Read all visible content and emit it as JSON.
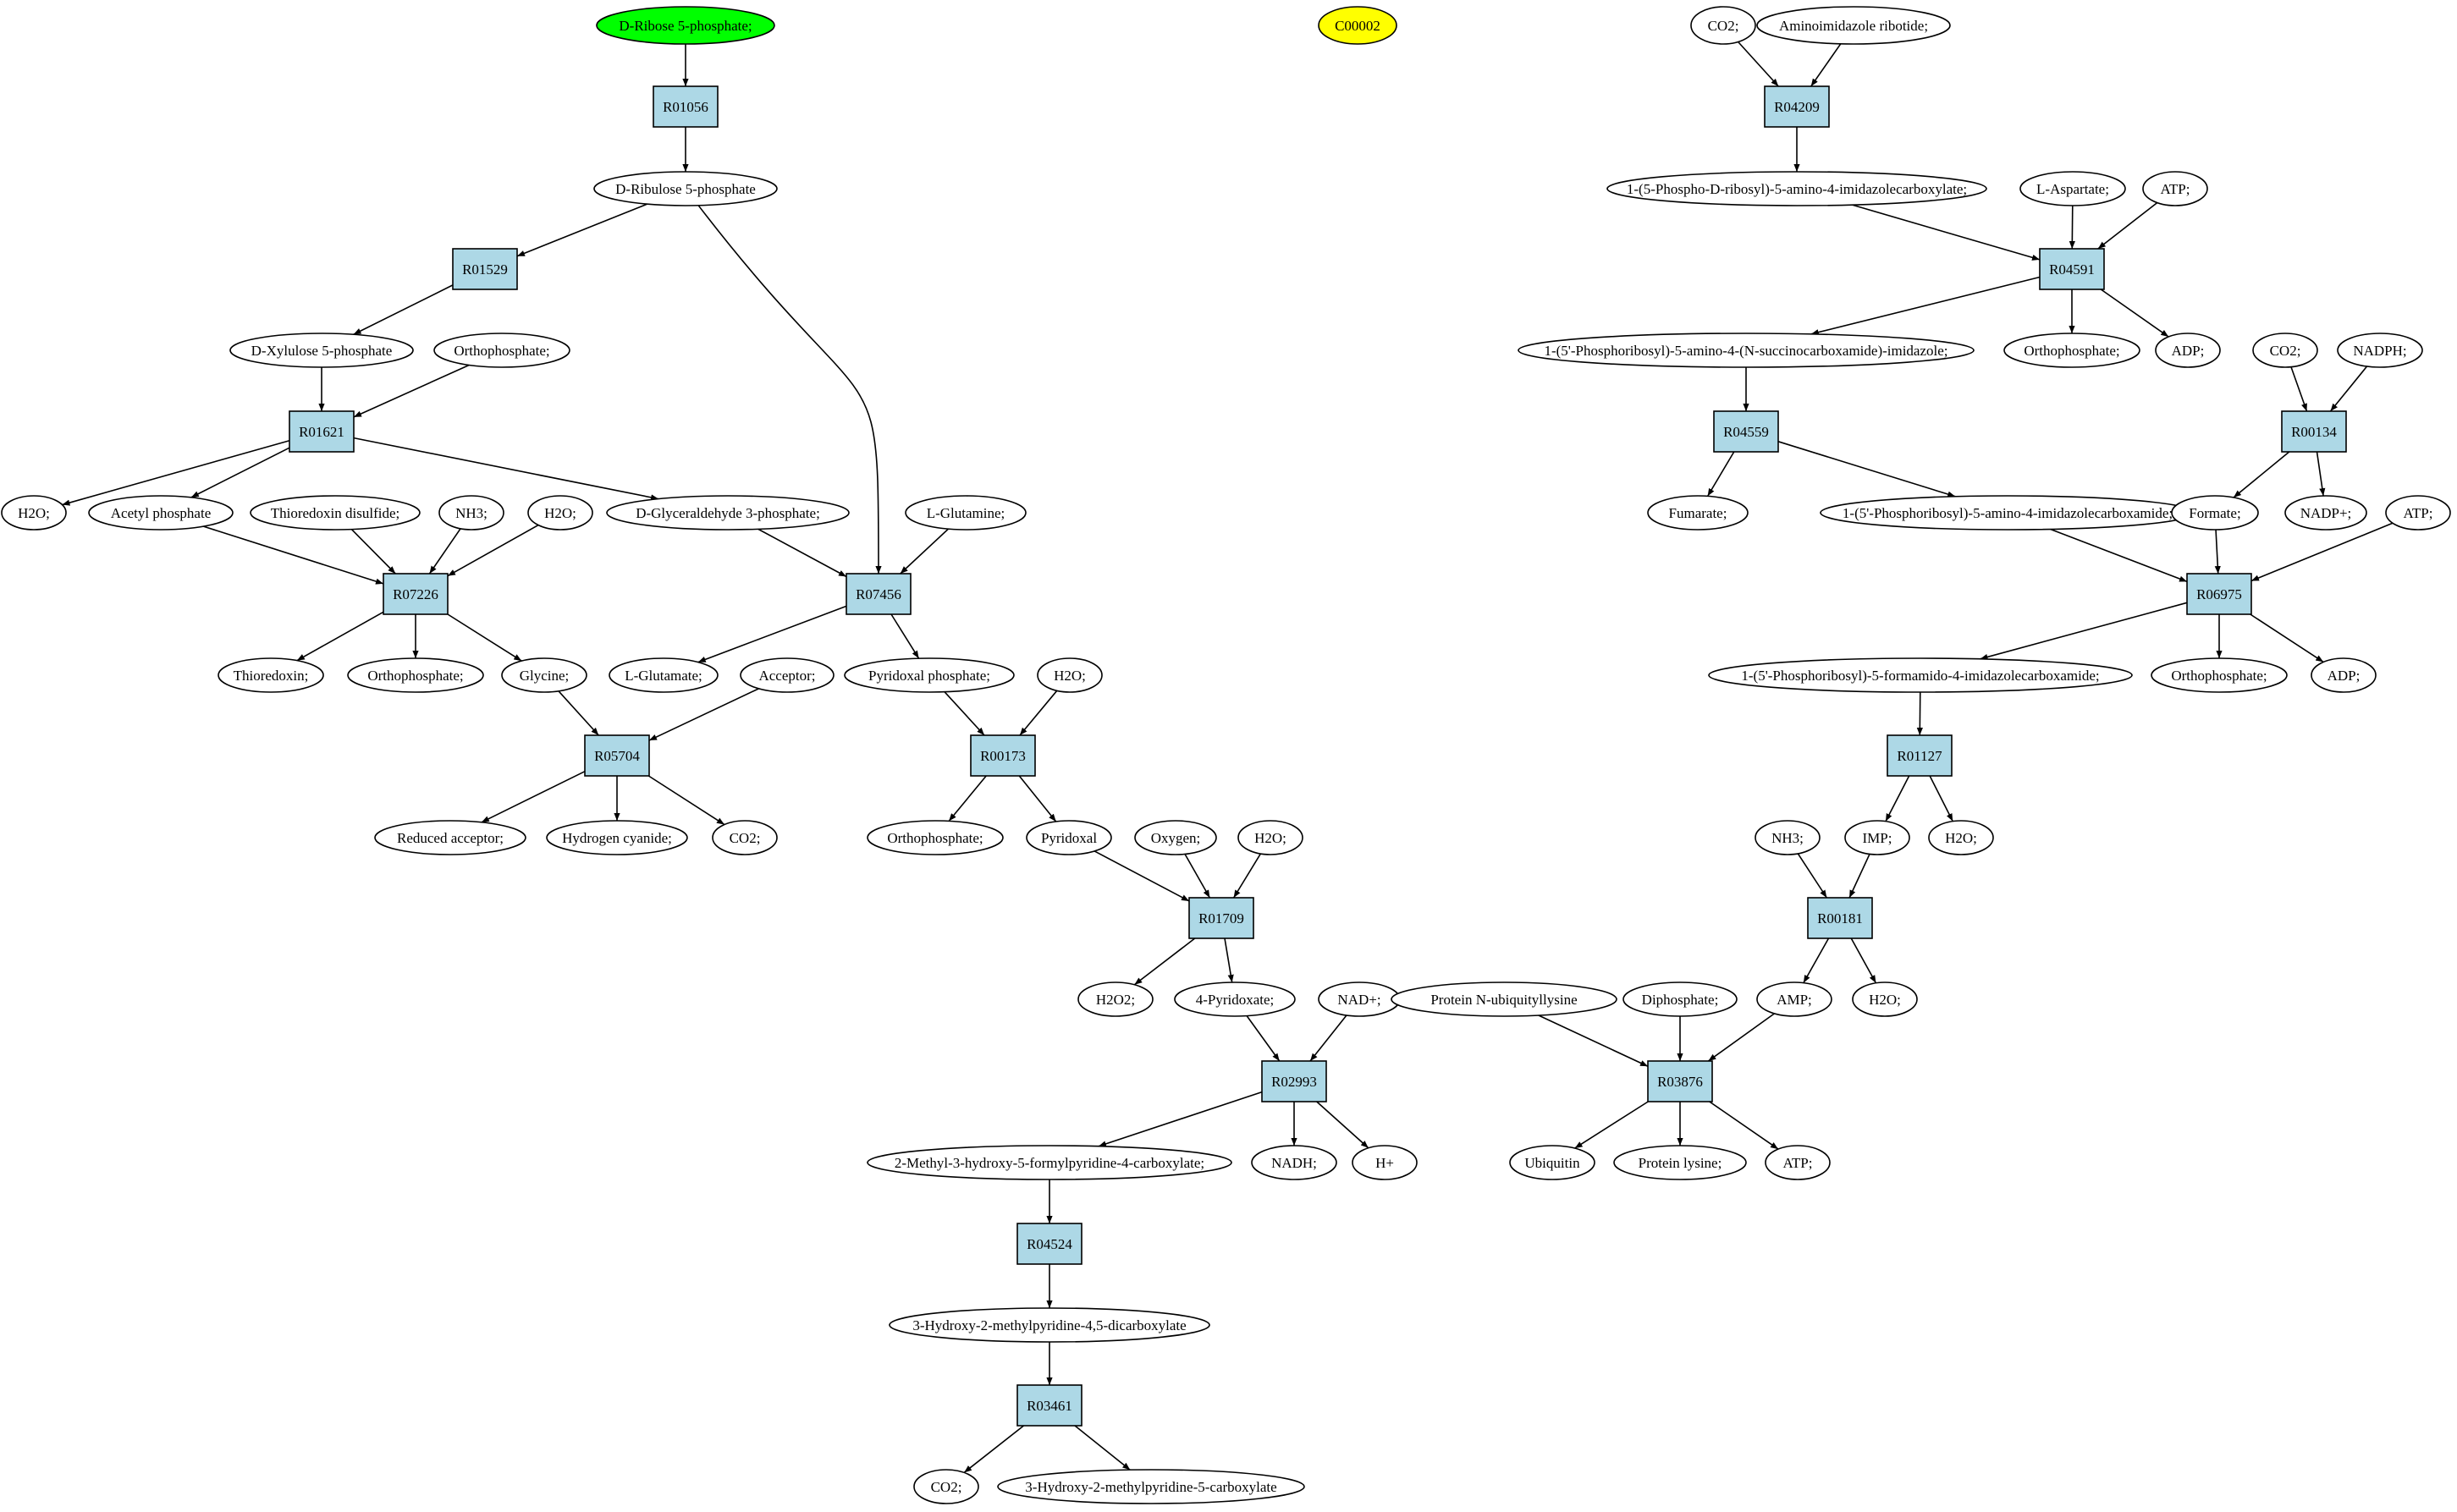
{
  "colors": {
    "reaction_fill": "#add8e6",
    "start_fill": "#00ff00",
    "target_fill": "#ffff00",
    "compound_fill": "#ffffff",
    "stroke": "#000000"
  },
  "nodes": [
    {
      "id": "n_r5p",
      "type": "compound",
      "role": "start",
      "label": "D-Ribose 5-phosphate;"
    },
    {
      "id": "n_c00002",
      "type": "compound",
      "role": "target",
      "label": "C00002"
    },
    {
      "id": "n_r01056",
      "type": "reaction",
      "label": "R01056"
    },
    {
      "id": "n_ru5p",
      "type": "compound",
      "label": "D-Ribulose 5-phosphate"
    },
    {
      "id": "n_r01529",
      "type": "reaction",
      "label": "R01529"
    },
    {
      "id": "n_xu5p",
      "type": "compound",
      "label": "D-Xylulose 5-phosphate"
    },
    {
      "id": "n_pi1",
      "type": "compound",
      "label": "Orthophosphate;"
    },
    {
      "id": "n_r01621",
      "type": "reaction",
      "label": "R01621"
    },
    {
      "id": "n_h2o1",
      "type": "compound",
      "label": "H2O;"
    },
    {
      "id": "n_acp",
      "type": "compound",
      "label": "Acetyl phosphate"
    },
    {
      "id": "n_tdis",
      "type": "compound",
      "label": "Thioredoxin disulfide;"
    },
    {
      "id": "n_nh3a",
      "type": "compound",
      "label": "NH3;"
    },
    {
      "id": "n_h2o2",
      "type": "compound",
      "label": "H2O;"
    },
    {
      "id": "n_g3p",
      "type": "compound",
      "label": "D-Glyceraldehyde 3-phosphate;"
    },
    {
      "id": "n_gln",
      "type": "compound",
      "label": "L-Glutamine;"
    },
    {
      "id": "n_r07226",
      "type": "reaction",
      "label": "R07226"
    },
    {
      "id": "n_r07456",
      "type": "reaction",
      "label": "R07456"
    },
    {
      "id": "n_trx",
      "type": "compound",
      "label": "Thioredoxin;"
    },
    {
      "id": "n_pi2",
      "type": "compound",
      "label": "Orthophosphate;"
    },
    {
      "id": "n_gly",
      "type": "compound",
      "label": "Glycine;"
    },
    {
      "id": "n_glu",
      "type": "compound",
      "label": "L-Glutamate;"
    },
    {
      "id": "n_acc",
      "type": "compound",
      "label": "Acceptor;"
    },
    {
      "id": "n_plp",
      "type": "compound",
      "label": "Pyridoxal phosphate;"
    },
    {
      "id": "n_h2o3",
      "type": "compound",
      "label": "H2O;"
    },
    {
      "id": "n_r05704",
      "type": "reaction",
      "label": "R05704"
    },
    {
      "id": "n_r00173",
      "type": "reaction",
      "label": "R00173"
    },
    {
      "id": "n_redacc",
      "type": "compound",
      "label": "Reduced acceptor;"
    },
    {
      "id": "n_hcn",
      "type": "compound",
      "label": "Hydrogen cyanide;"
    },
    {
      "id": "n_co2a",
      "type": "compound",
      "label": "CO2;"
    },
    {
      "id": "n_pi3",
      "type": "compound",
      "label": "Orthophosphate;"
    },
    {
      "id": "n_pyr",
      "type": "compound",
      "label": "Pyridoxal"
    },
    {
      "id": "n_o2",
      "type": "compound",
      "label": "Oxygen;"
    },
    {
      "id": "n_h2o4",
      "type": "compound",
      "label": "H2O;"
    },
    {
      "id": "n_r01709",
      "type": "reaction",
      "label": "R01709"
    },
    {
      "id": "n_h2o2b",
      "type": "compound",
      "label": "H2O2;"
    },
    {
      "id": "n_4pa",
      "type": "compound",
      "label": "4-Pyridoxate;"
    },
    {
      "id": "n_nad",
      "type": "compound",
      "label": "NAD+;"
    },
    {
      "id": "n_r02993",
      "type": "reaction",
      "label": "R02993"
    },
    {
      "id": "n_mhfp",
      "type": "compound",
      "label": "2-Methyl-3-hydroxy-5-formylpyridine-4-carboxylate;"
    },
    {
      "id": "n_nadh",
      "type": "compound",
      "label": "NADH;"
    },
    {
      "id": "n_hplus",
      "type": "compound",
      "label": "H+"
    },
    {
      "id": "n_r04524",
      "type": "reaction",
      "label": "R04524"
    },
    {
      "id": "n_hmpd",
      "type": "compound",
      "label": "3-Hydroxy-2-methylpyridine-4,5-dicarboxylate"
    },
    {
      "id": "n_r03461",
      "type": "reaction",
      "label": "R03461"
    },
    {
      "id": "n_co2b",
      "type": "compound",
      "label": "CO2;"
    },
    {
      "id": "n_hmpc",
      "type": "compound",
      "label": "3-Hydroxy-2-methylpyridine-5-carboxylate"
    },
    {
      "id": "n_co2c",
      "type": "compound",
      "label": "CO2;"
    },
    {
      "id": "n_air",
      "type": "compound",
      "label": "Aminoimidazole ribotide;"
    },
    {
      "id": "n_r04209",
      "type": "reaction",
      "label": "R04209"
    },
    {
      "id": "n_cair",
      "type": "compound",
      "label": "1-(5-Phospho-D-ribosyl)-5-amino-4-imidazolecarboxylate;"
    },
    {
      "id": "n_asp",
      "type": "compound",
      "label": "L-Aspartate;"
    },
    {
      "id": "n_atp1",
      "type": "compound",
      "label": "ATP;"
    },
    {
      "id": "n_r04591",
      "type": "reaction",
      "label": "R04591"
    },
    {
      "id": "n_saicar",
      "type": "compound",
      "label": "1-(5'-Phosphoribosyl)-5-amino-4-(N-succinocarboxamide)-imidazole;"
    },
    {
      "id": "n_pi4",
      "type": "compound",
      "label": "Orthophosphate;"
    },
    {
      "id": "n_adp1",
      "type": "compound",
      "label": "ADP;"
    },
    {
      "id": "n_co2d",
      "type": "compound",
      "label": "CO2;"
    },
    {
      "id": "n_nadph",
      "type": "compound",
      "label": "NADPH;"
    },
    {
      "id": "n_r04559",
      "type": "reaction",
      "label": "R04559"
    },
    {
      "id": "n_r00134",
      "type": "reaction",
      "label": "R00134"
    },
    {
      "id": "n_fum",
      "type": "compound",
      "label": "Fumarate;"
    },
    {
      "id": "n_aicar",
      "type": "compound",
      "label": "1-(5'-Phosphoribosyl)-5-amino-4-imidazolecarboxamide;"
    },
    {
      "id": "n_for",
      "type": "compound",
      "label": "Formate;"
    },
    {
      "id": "n_nadp",
      "type": "compound",
      "label": "NADP+;"
    },
    {
      "id": "n_atp2",
      "type": "compound",
      "label": "ATP;"
    },
    {
      "id": "n_r06975",
      "type": "reaction",
      "label": "R06975"
    },
    {
      "id": "n_faicar",
      "type": "compound",
      "label": "1-(5'-Phosphoribosyl)-5-formamido-4-imidazolecarboxamide;"
    },
    {
      "id": "n_pi5",
      "type": "compound",
      "label": "Orthophosphate;"
    },
    {
      "id": "n_adp2",
      "type": "compound",
      "label": "ADP;"
    },
    {
      "id": "n_r01127",
      "type": "reaction",
      "label": "R01127"
    },
    {
      "id": "n_nh3b",
      "type": "compound",
      "label": "NH3;"
    },
    {
      "id": "n_imp",
      "type": "compound",
      "label": "IMP;"
    },
    {
      "id": "n_h2o5",
      "type": "compound",
      "label": "H2O;"
    },
    {
      "id": "n_r00181",
      "type": "reaction",
      "label": "R00181"
    },
    {
      "id": "n_pnub",
      "type": "compound",
      "label": "Protein N-ubiquityllysine"
    },
    {
      "id": "n_ppi",
      "type": "compound",
      "label": "Diphosphate;"
    },
    {
      "id": "n_amp",
      "type": "compound",
      "label": "AMP;"
    },
    {
      "id": "n_h2o6",
      "type": "compound",
      "label": "H2O;"
    },
    {
      "id": "n_r03876",
      "type": "reaction",
      "label": "R03876"
    },
    {
      "id": "n_ub",
      "type": "compound",
      "label": "Ubiquitin"
    },
    {
      "id": "n_plys",
      "type": "compound",
      "label": "Protein lysine;"
    },
    {
      "id": "n_atp3",
      "type": "compound",
      "label": "ATP;"
    }
  ],
  "edges": [
    [
      "n_r5p",
      "n_r01056"
    ],
    [
      "n_r01056",
      "n_ru5p"
    ],
    [
      "n_ru5p",
      "n_r01529"
    ],
    [
      "n_ru5p",
      "n_r07456"
    ],
    [
      "n_r01529",
      "n_xu5p"
    ],
    [
      "n_xu5p",
      "n_r01621"
    ],
    [
      "n_pi1",
      "n_r01621"
    ],
    [
      "n_r01621",
      "n_h2o1"
    ],
    [
      "n_r01621",
      "n_acp"
    ],
    [
      "n_r01621",
      "n_g3p"
    ],
    [
      "n_acp",
      "n_r07226"
    ],
    [
      "n_tdis",
      "n_r07226"
    ],
    [
      "n_nh3a",
      "n_r07226"
    ],
    [
      "n_h2o2",
      "n_r07226"
    ],
    [
      "n_r07226",
      "n_trx"
    ],
    [
      "n_r07226",
      "n_pi2"
    ],
    [
      "n_r07226",
      "n_gly"
    ],
    [
      "n_g3p",
      "n_r07456"
    ],
    [
      "n_gln",
      "n_r07456"
    ],
    [
      "n_r07456",
      "n_glu"
    ],
    [
      "n_r07456",
      "n_plp"
    ],
    [
      "n_gly",
      "n_r05704"
    ],
    [
      "n_acc",
      "n_r05704"
    ],
    [
      "n_r05704",
      "n_redacc"
    ],
    [
      "n_r05704",
      "n_hcn"
    ],
    [
      "n_r05704",
      "n_co2a"
    ],
    [
      "n_plp",
      "n_r00173"
    ],
    [
      "n_h2o3",
      "n_r00173"
    ],
    [
      "n_r00173",
      "n_pi3"
    ],
    [
      "n_r00173",
      "n_pyr"
    ],
    [
      "n_pyr",
      "n_r01709"
    ],
    [
      "n_o2",
      "n_r01709"
    ],
    [
      "n_h2o4",
      "n_r01709"
    ],
    [
      "n_r01709",
      "n_h2o2b"
    ],
    [
      "n_r01709",
      "n_4pa"
    ],
    [
      "n_4pa",
      "n_r02993"
    ],
    [
      "n_nad",
      "n_r02993"
    ],
    [
      "n_r02993",
      "n_mhfp"
    ],
    [
      "n_r02993",
      "n_nadh"
    ],
    [
      "n_r02993",
      "n_hplus"
    ],
    [
      "n_mhfp",
      "n_r04524"
    ],
    [
      "n_r04524",
      "n_hmpd"
    ],
    [
      "n_hmpd",
      "n_r03461"
    ],
    [
      "n_r03461",
      "n_co2b"
    ],
    [
      "n_r03461",
      "n_hmpc"
    ],
    [
      "n_co2c",
      "n_r04209"
    ],
    [
      "n_air",
      "n_r04209"
    ],
    [
      "n_r04209",
      "n_cair"
    ],
    [
      "n_cair",
      "n_r04591"
    ],
    [
      "n_asp",
      "n_r04591"
    ],
    [
      "n_atp1",
      "n_r04591"
    ],
    [
      "n_r04591",
      "n_saicar"
    ],
    [
      "n_r04591",
      "n_pi4"
    ],
    [
      "n_r04591",
      "n_adp1"
    ],
    [
      "n_saicar",
      "n_r04559"
    ],
    [
      "n_r04559",
      "n_fum"
    ],
    [
      "n_r04559",
      "n_aicar"
    ],
    [
      "n_co2d",
      "n_r00134"
    ],
    [
      "n_nadph",
      "n_r00134"
    ],
    [
      "n_r00134",
      "n_for"
    ],
    [
      "n_r00134",
      "n_nadp"
    ],
    [
      "n_aicar",
      "n_r06975"
    ],
    [
      "n_for",
      "n_r06975"
    ],
    [
      "n_atp2",
      "n_r06975"
    ],
    [
      "n_r06975",
      "n_faicar"
    ],
    [
      "n_r06975",
      "n_pi5"
    ],
    [
      "n_r06975",
      "n_adp2"
    ],
    [
      "n_faicar",
      "n_r01127"
    ],
    [
      "n_r01127",
      "n_imp"
    ],
    [
      "n_r01127",
      "n_h2o5"
    ],
    [
      "n_nh3b",
      "n_r00181"
    ],
    [
      "n_imp",
      "n_r00181"
    ],
    [
      "n_r00181",
      "n_amp"
    ],
    [
      "n_r00181",
      "n_h2o6"
    ],
    [
      "n_pnub",
      "n_r03876"
    ],
    [
      "n_ppi",
      "n_r03876"
    ],
    [
      "n_amp",
      "n_r03876"
    ],
    [
      "n_r03876",
      "n_ub"
    ],
    [
      "n_r03876",
      "n_plys"
    ],
    [
      "n_r03876",
      "n_atp3"
    ]
  ]
}
